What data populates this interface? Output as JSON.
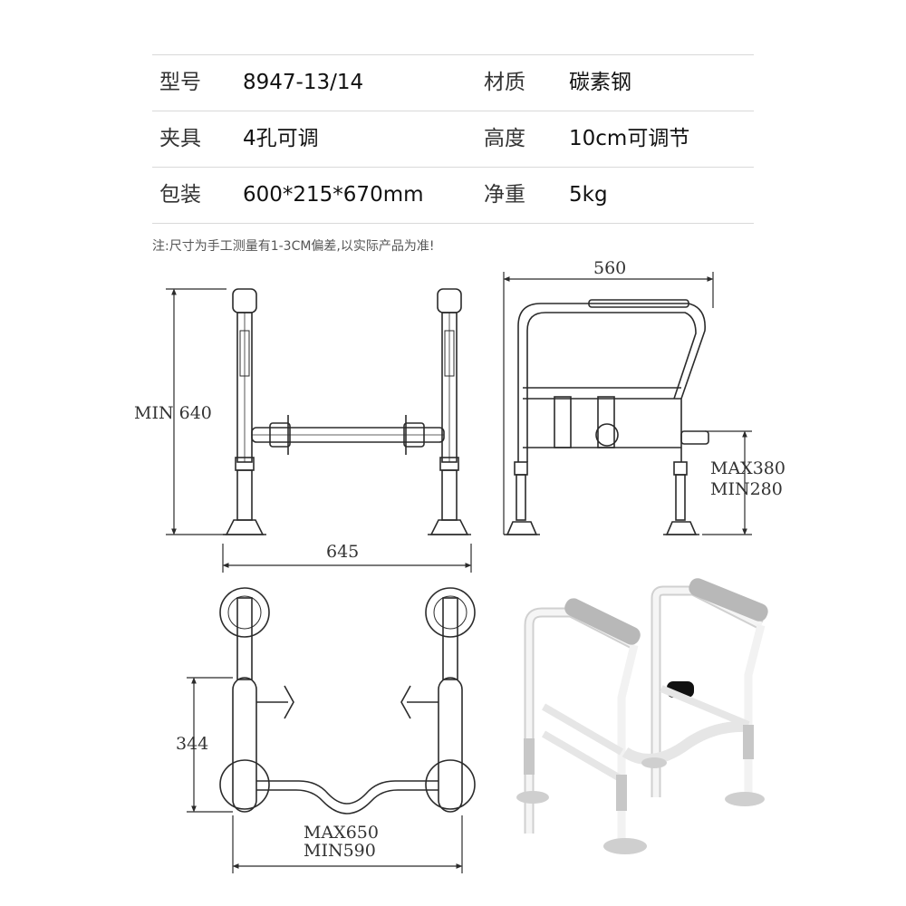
{
  "specs": [
    {
      "label1": "型号",
      "value1": "8947-13/14",
      "label2": "材质",
      "value2": "碳素钢"
    },
    {
      "label1": "夹具",
      "value1": "4孔可调",
      "label2": "高度",
      "value2": "10cm可调节"
    },
    {
      "label1": "包装",
      "value1": "600*215*670mm",
      "label2": "净重",
      "value2": "5kg"
    }
  ],
  "note": "注:尺寸为手工测量有1-3CM偏差,以实际产品为准!",
  "dimensions": {
    "front_height": "MIN 640",
    "front_width": "645",
    "side_width": "560",
    "side_height_max": "MAX380",
    "side_height_min": "MIN280",
    "top_depth": "344",
    "top_width_max": "MAX650",
    "top_width_min": "MIN590"
  },
  "colors": {
    "line": "#2b2b2b",
    "rule": "#d9d9d9",
    "pad": "#b8b8b8",
    "frame": "#e8e8e8"
  }
}
